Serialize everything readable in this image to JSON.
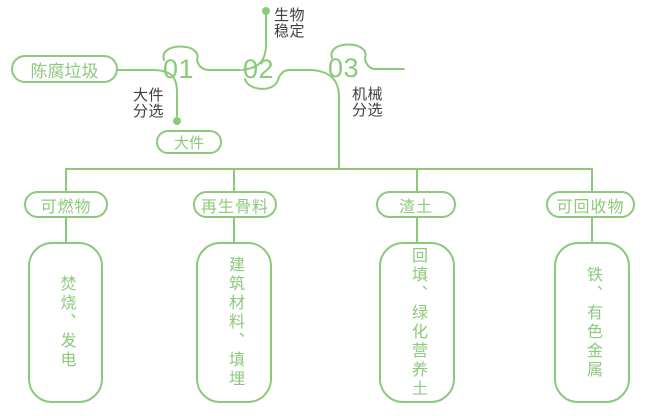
{
  "colors": {
    "green": "#8CC97B",
    "dark": "#3E3E3E",
    "background": "#FFFFFF"
  },
  "source": {
    "label": "陈腐垃圾"
  },
  "steps": [
    {
      "number": "01",
      "label": "大件\n分选",
      "output": "大件"
    },
    {
      "number": "02",
      "label": "生物\n稳定"
    },
    {
      "number": "03",
      "label": "机械\n分选"
    }
  ],
  "branches": [
    {
      "category": "可燃物",
      "outcome": "焚烧、发电"
    },
    {
      "category": "再生骨料",
      "outcome": "建筑材料、填埋"
    },
    {
      "category": "渣土",
      "outcome": "回填、绿化营养土"
    },
    {
      "category": "可回收物",
      "outcome": "铁、有色金属"
    }
  ]
}
